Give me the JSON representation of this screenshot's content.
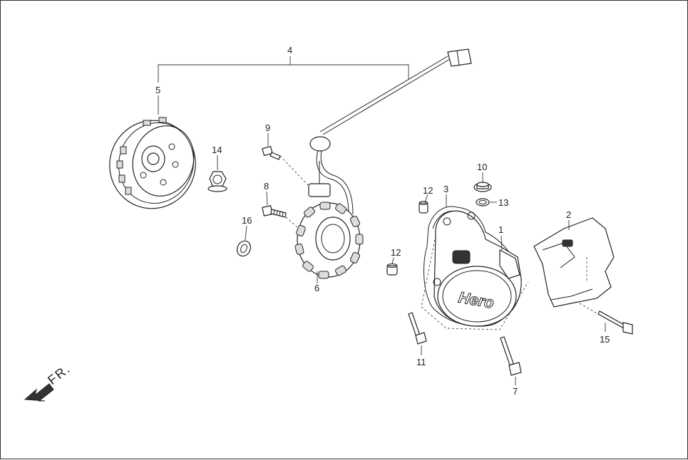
{
  "diagram": {
    "direction_label": "FR.",
    "logo_text": "Hero",
    "part_labels": {
      "p1": "1",
      "p2": "2",
      "p3": "3",
      "p4": "4",
      "p5": "5",
      "p6": "6",
      "p7": "7",
      "p8": "8",
      "p9": "9",
      "p10": "10",
      "p11": "11",
      "p12a": "12",
      "p12b": "12",
      "p13": "13",
      "p14": "14",
      "p15": "15",
      "p16": "16"
    }
  }
}
